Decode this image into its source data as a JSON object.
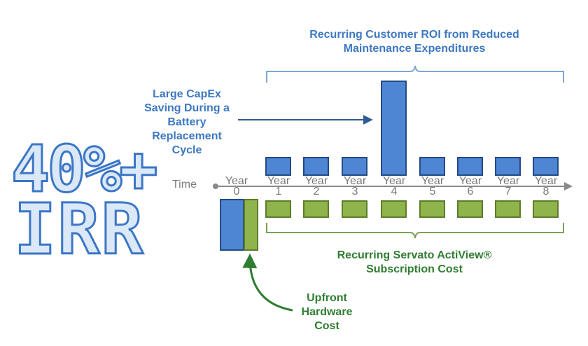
{
  "texts": {
    "top_label": "Recurring Customer ROI from Reduced\nMaintenance Expenditures",
    "capex_label": "Large CapEx\nSaving During a\nBattery\nReplacement\nCycle",
    "irr_line1": "40%+",
    "irr_line2": "IRR",
    "time_label": "Time",
    "subscription_label": "Recurring Servato ActiView®\nSubscription Cost",
    "hardware_label": "Upfront\nHardware\nCost"
  },
  "years": [
    {
      "word": "Year",
      "num": "0"
    },
    {
      "word": "Year",
      "num": "1"
    },
    {
      "word": "Year",
      "num": "2"
    },
    {
      "word": "Year",
      "num": "3"
    },
    {
      "word": "Year",
      "num": "4"
    },
    {
      "word": "Year",
      "num": "5"
    },
    {
      "word": "Year",
      "num": "6"
    },
    {
      "word": "Year",
      "num": "7"
    },
    {
      "word": "Year",
      "num": "8"
    }
  ],
  "colors": {
    "blue_fill": "#4f86d4",
    "blue_stroke": "#234a86",
    "green_fill": "#8fb44c",
    "green_stroke": "#5c7d29",
    "blue_text": "#3d78c2",
    "green_text": "#2f7d32",
    "axis": "#8a8a8a",
    "brace_blue": "#7fa6d6",
    "brace_green": "#7aa157"
  }
}
